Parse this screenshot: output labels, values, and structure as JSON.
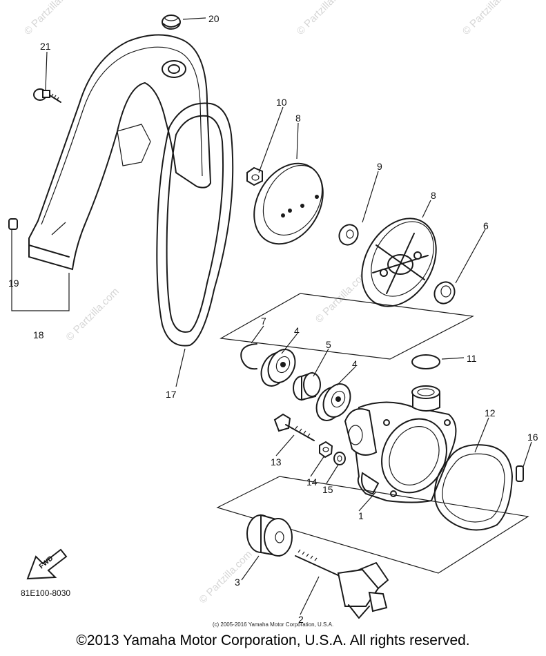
{
  "watermarks": [
    "© Partzilla.com",
    "© Partzilla.com",
    "© Partzilla.com",
    "© Partzilla.com",
    "© Partzilla.com",
    "© Partzilla.com"
  ],
  "callouts": [
    "1",
    "2",
    "3",
    "4",
    "4",
    "5",
    "6",
    "7",
    "8",
    "8",
    "9",
    "10",
    "11",
    "12",
    "13",
    "14",
    "15",
    "16",
    "17",
    "18",
    "19",
    "20",
    "21"
  ],
  "fwd_label": "FWD",
  "diagram_code": "81E100-8030",
  "small_copyright": "(c) 2005-2016 Yamaha Motor Corporation, U.S.A.",
  "copyright": "©2013 Yamaha Motor Corporation, U.S.A. All rights reserved."
}
